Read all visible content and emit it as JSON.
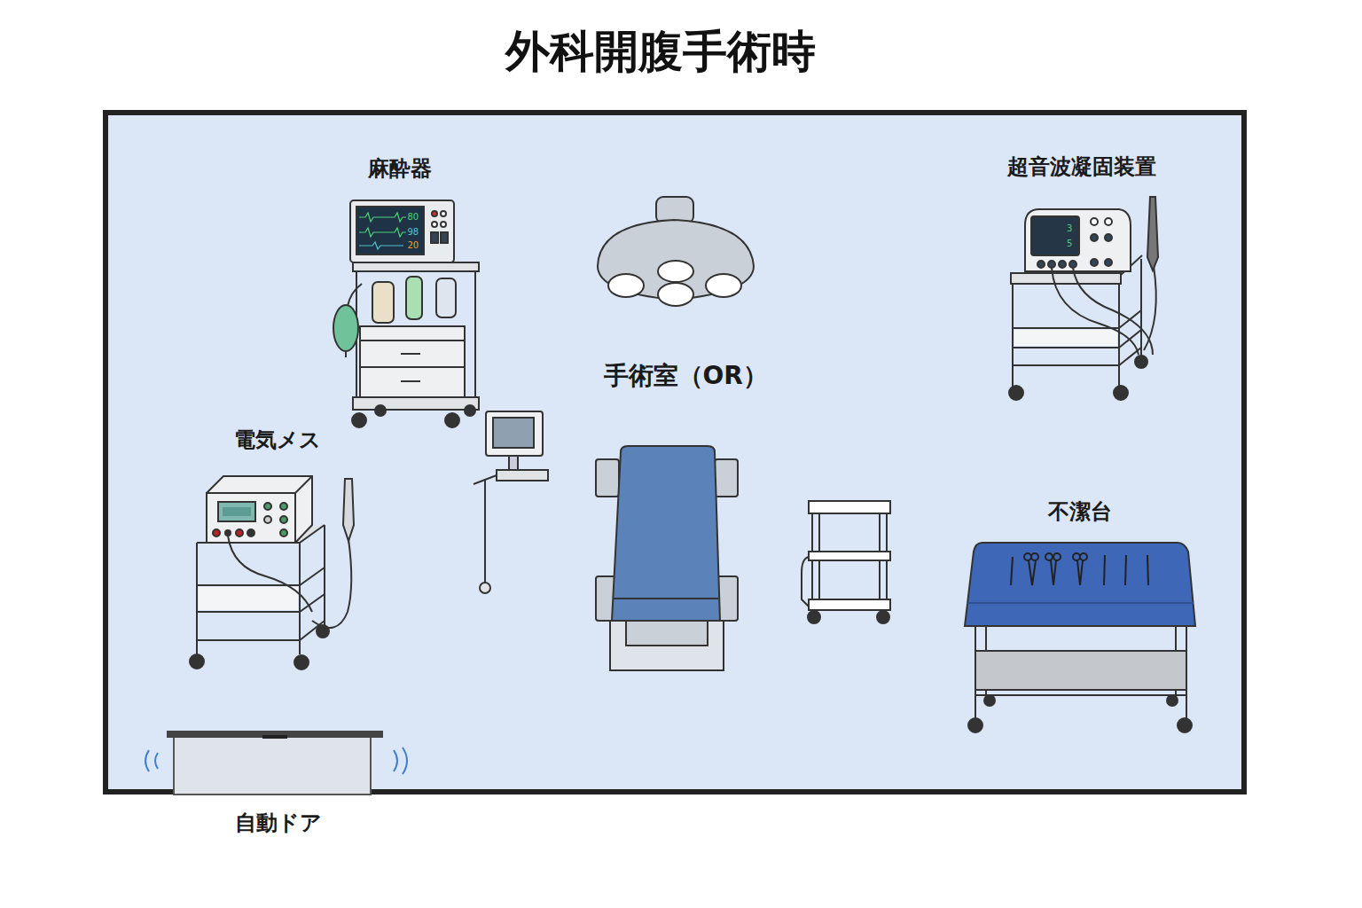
{
  "diagram": {
    "title": "外科開腹手術時",
    "nodes": [
      {
        "text": [
          "手術室（OR）"
        ]
      }
    ],
    "labels": [
      "麻酔器",
      "80",
      "98",
      "20",
      "超音波凝固装置",
      "3",
      "5",
      "電気メス",
      "不潔台",
      "自動ドア"
    ]
  }
}
